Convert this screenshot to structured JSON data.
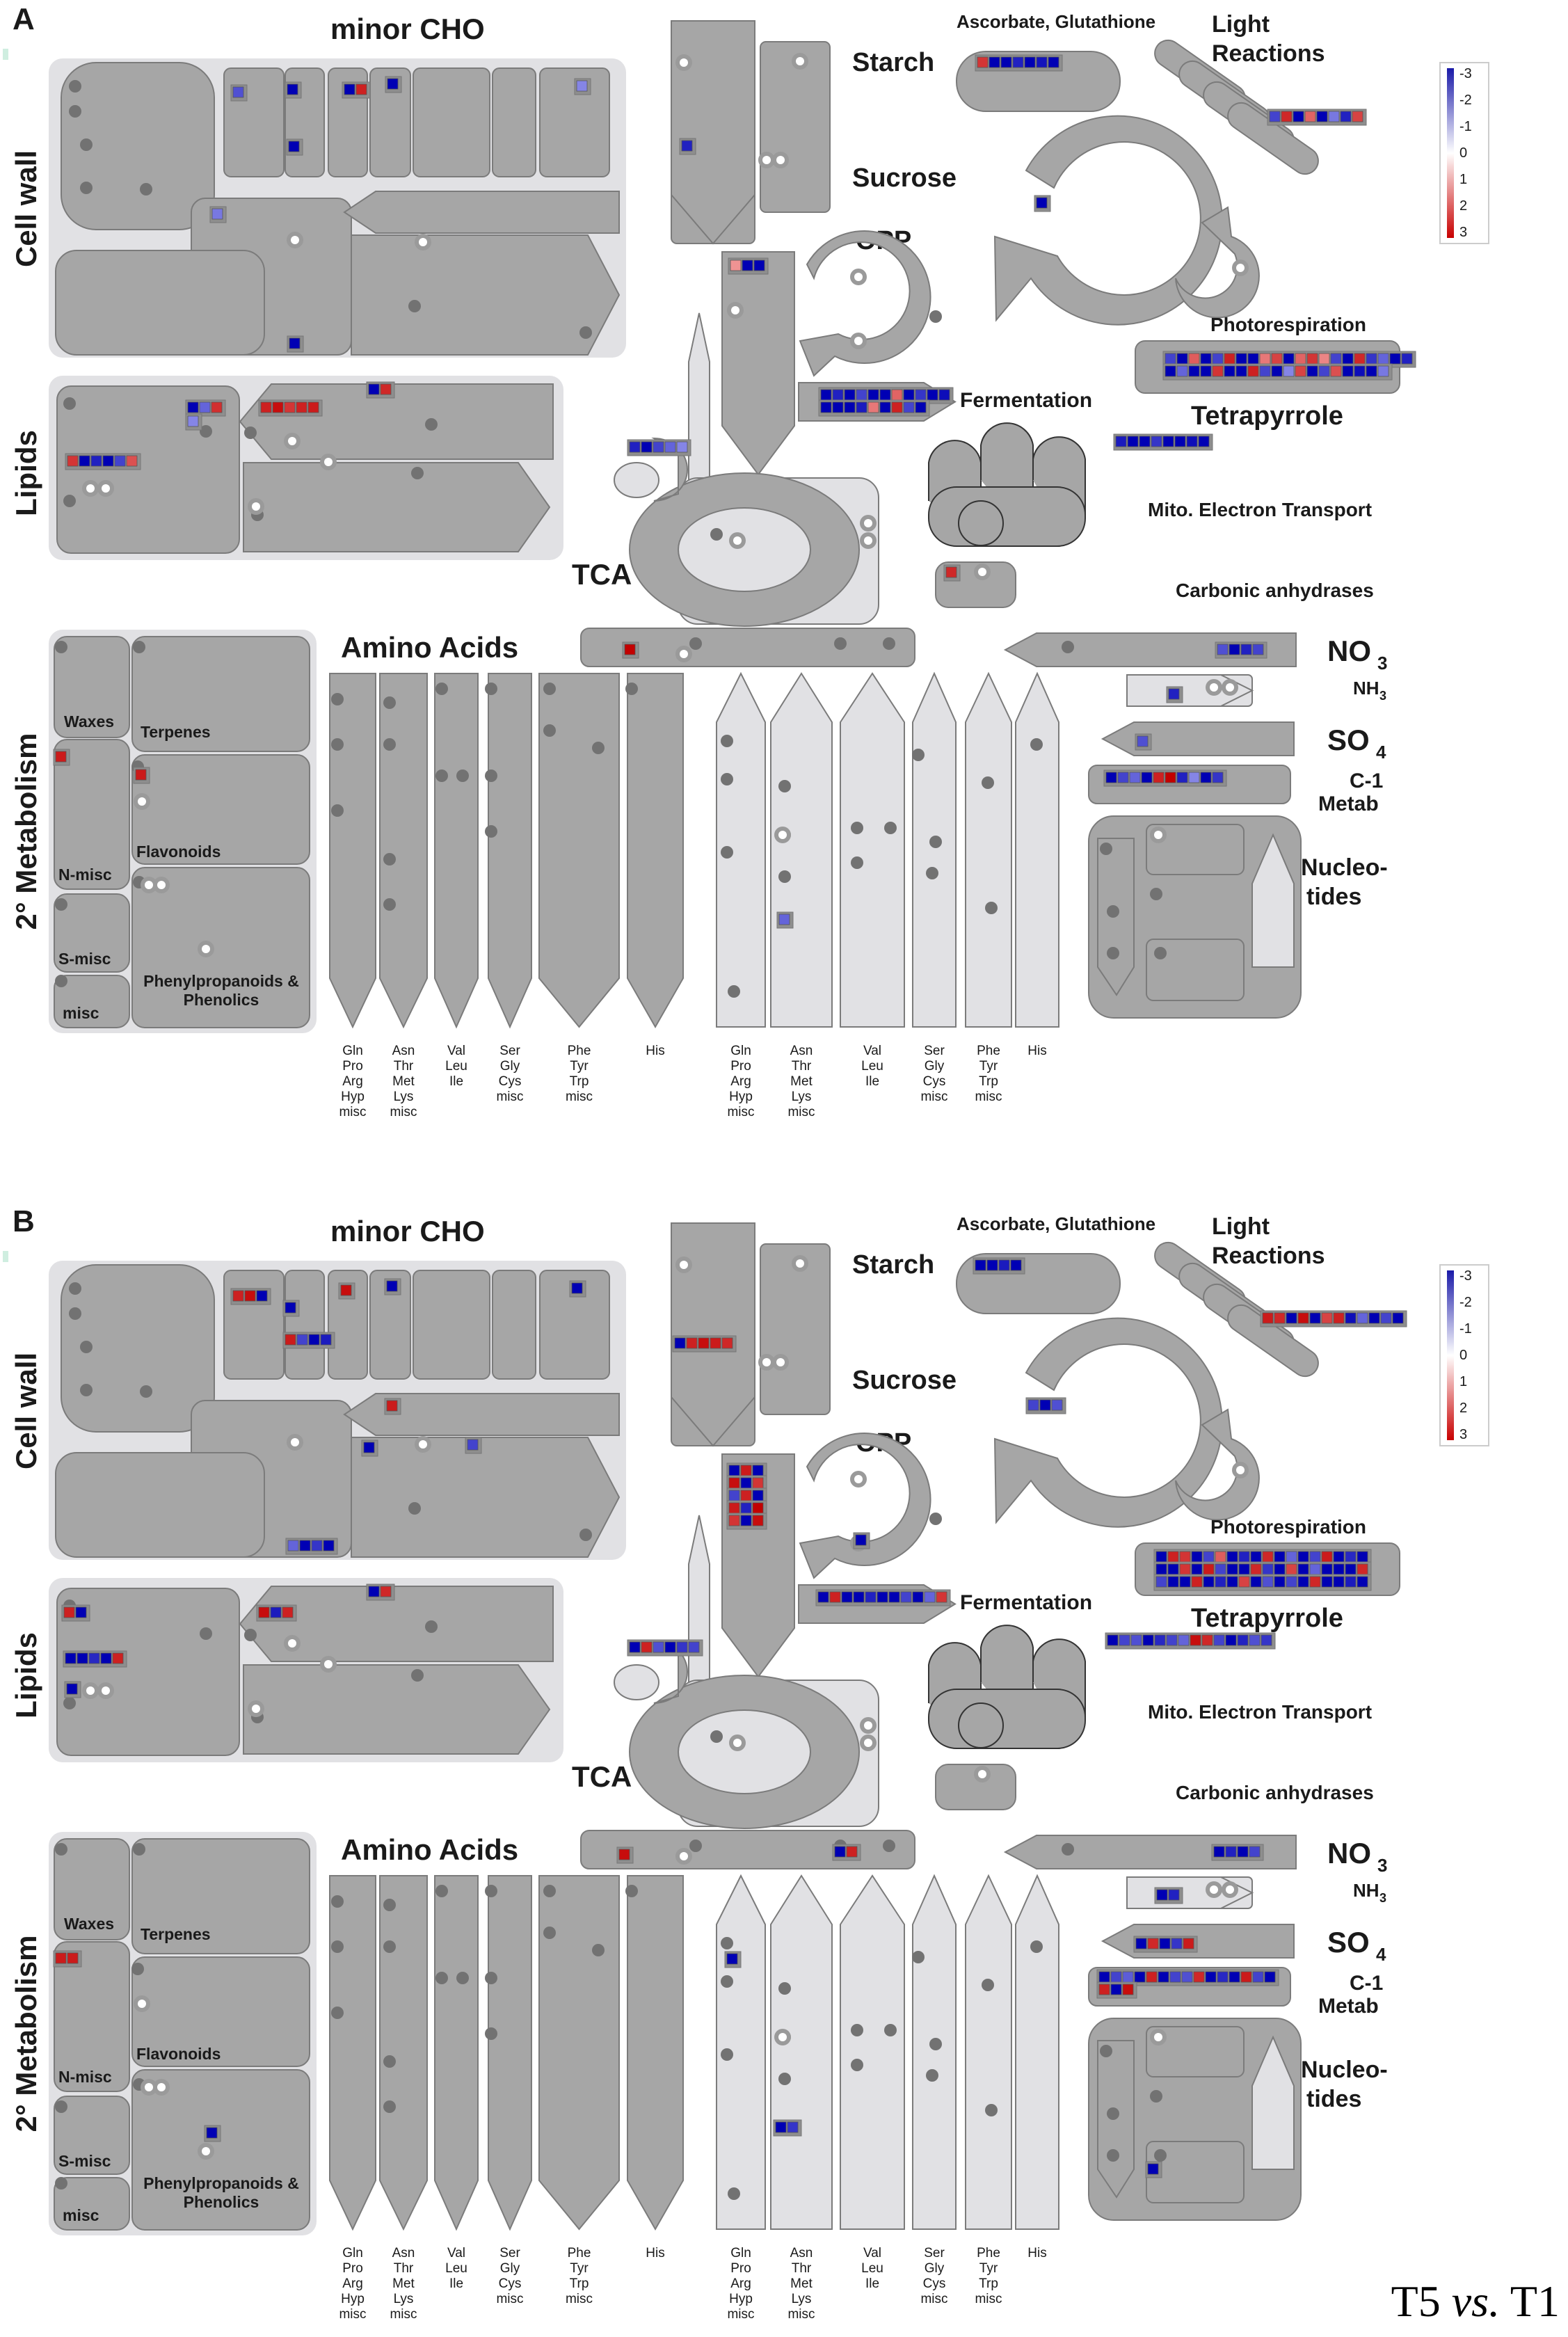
{
  "corner_text": {
    "left": "T5",
    "vs": "vs.",
    "right": "T1"
  },
  "panels": [
    {
      "label": "A",
      "sections": {
        "minor_cho": "minor CHO",
        "cell_wall": "Cell wall",
        "lipids": "Lipids",
        "secondary": "2° Metabolism",
        "amino_acids": "Amino Acids",
        "starch": "Starch",
        "sucrose": "Sucrose",
        "opp": "OPP",
        "tca": "TCA",
        "ascorbate": "Ascorbate, Glutathione",
        "light1": "Light",
        "light2": "Reactions",
        "photoresp": "Photorespiration",
        "fermentation": "Fermentation",
        "tetrapyrrole": "Tetrapyrrole",
        "mito": "Mito. Electron Transport",
        "carbonic": "Carbonic anhydrases",
        "no3": "NO",
        "no3_sub": "3",
        "nh3": "NH",
        "nh3_sub": "3",
        "so4": "SO",
        "so4_sub": "4",
        "c1a": "C-1",
        "c1b": "Metab",
        "nucleo1": "Nucleo-",
        "nucleo2": "tides"
      },
      "secondary_boxes": {
        "waxes": "Waxes",
        "terpenes": "Terpenes",
        "flavonoids": "Flavonoids",
        "nmisc": "N-misc",
        "smisc": "S-misc",
        "misc": "misc",
        "phenyl1": "Phenylpropanoids &",
        "phenyl2": "Phenolics"
      },
      "aa_groups": [
        [
          "Gln",
          "Pro",
          "Arg",
          "Hyp",
          "misc"
        ],
        [
          "Asn",
          "Thr",
          "Met",
          "Lys",
          "misc"
        ],
        [
          "Val",
          "Leu",
          "Ile"
        ],
        [
          "Ser",
          "Gly",
          "Cys",
          "misc"
        ],
        [
          "Phe",
          "Tyr",
          "Trp",
          "misc"
        ],
        [
          "His"
        ],
        [
          "Gln",
          "Pro",
          "Arg",
          "Hyp",
          "misc"
        ],
        [
          "Asn",
          "Thr",
          "Met",
          "Lys",
          "misc"
        ],
        [
          "Val",
          "Leu",
          "Ile"
        ],
        [
          "Ser",
          "Gly",
          "Cys",
          "misc"
        ],
        [
          "Phe",
          "Tyr",
          "Trp",
          "misc"
        ],
        [
          "His"
        ]
      ],
      "legend": {
        "ticks": [
          "-3",
          "-2",
          "-1",
          "0",
          "1",
          "2",
          "3"
        ]
      },
      "heat": {
        "minorcho1": [
          -1.8
        ],
        "minorcho2": [
          -3
        ],
        "minorcho3": [
          -3,
          2.5
        ],
        "minorcho4": [
          -3
        ],
        "minorcho5": [
          -1
        ],
        "minorcho6": [
          -2.4
        ],
        "cellwall1": [
          -1.2
        ],
        "cellwall2": [
          -3
        ],
        "starch1": [
          -2.5
        ],
        "ascorbate": [
          2.2,
          -3,
          -3,
          -2.5,
          -3,
          -2.7,
          -3
        ],
        "light": [
          -2,
          2.4,
          -3,
          1.5,
          -3,
          -1.2,
          -2.5,
          2
        ],
        "glycolysis": [
          0.8,
          -3,
          -3
        ],
        "tcacycle": [
          -3
        ],
        "photoresp_r1": [
          -2,
          -3,
          1.6,
          -3,
          -2,
          2.5,
          -3,
          -3,
          1.2,
          2,
          -3,
          1.5,
          2.2,
          1,
          -2,
          -3,
          2.4,
          -2.2,
          -1.5,
          -3,
          -2.5
        ],
        "photoresp_r2": [
          -3,
          -1.5,
          -3,
          -3,
          2.2,
          -3,
          -3,
          2.5,
          -2,
          -3,
          -1,
          2,
          -3,
          -2,
          1.8,
          -3,
          -2.8,
          -3,
          -1.2
        ],
        "fermentation_r1": [
          -3,
          -2.5,
          -3,
          -2,
          -3,
          -3,
          1.5,
          -3,
          -2.2,
          -3,
          -2.8
        ],
        "fermentation_r2": [
          -3,
          -3,
          -3,
          -2.6,
          1.2,
          -3,
          2.5,
          -2,
          -3
        ],
        "tetrapyrrole": [
          -2.6,
          -3,
          -3,
          -2.2,
          -3,
          -3,
          -2.8,
          -3
        ],
        "opp_br": [
          -2.5,
          -3,
          -2,
          -1.5,
          -1
        ],
        "lipid1": [
          -3,
          -1.5,
          2.3
        ],
        "lipid2": [
          2.5,
          2.8,
          2.2,
          2.5,
          2.6
        ],
        "lipid3": [
          -3,
          2.4
        ],
        "lipid4": [
          2.2,
          -3,
          -2.5,
          -3,
          -2,
          1.8
        ],
        "carbonic": [
          2.4
        ],
        "aa_top": [
          3
        ],
        "no3": [
          -1.8,
          -3,
          -2.5,
          -2
        ],
        "nh3": [
          -2.5
        ],
        "so4": [
          -1.8
        ],
        "c1": [
          -3,
          -2,
          -1.5,
          -3,
          2.5,
          3,
          -2.5,
          -1,
          -3,
          -2.2
        ],
        "nmisc": [
          2.6
        ],
        "flav": [
          2.6
        ],
        "aa2": [
          -1.5
        ]
      }
    },
    {
      "label": "B",
      "sections": {
        "minor_cho": "minor CHO",
        "cell_wall": "Cell wall",
        "lipids": "Lipids",
        "secondary": "2° Metabolism",
        "amino_acids": "Amino Acids",
        "starch": "Starch",
        "sucrose": "Sucrose",
        "opp": "OPP",
        "tca": "TCA",
        "ascorbate": "Ascorbate, Glutathione",
        "light1": "Light",
        "light2": "Reactions",
        "photoresp": "Photorespiration",
        "fermentation": "Fermentation",
        "tetrapyrrole": "Tetrapyrrole",
        "mito": "Mito. Electron Transport",
        "carbonic": "Carbonic anhydrases",
        "no3": "NO",
        "no3_sub": "3",
        "nh3": "NH",
        "nh3_sub": "3",
        "so4": "SO",
        "so4_sub": "4",
        "c1a": "C-1",
        "c1b": "Metab",
        "nucleo1": "Nucleo-",
        "nucleo2": "tides"
      },
      "secondary_boxes": {
        "waxes": "Waxes",
        "terpenes": "Terpenes",
        "flavonoids": "Flavonoids",
        "nmisc": "N-misc",
        "smisc": "S-misc",
        "misc": "misc",
        "phenyl1": "Phenylpropanoids &",
        "phenyl2": "Phenolics"
      },
      "aa_groups": [
        [
          "Gln",
          "Pro",
          "Arg",
          "Hyp",
          "misc"
        ],
        [
          "Asn",
          "Thr",
          "Met",
          "Lys",
          "misc"
        ],
        [
          "Val",
          "Leu",
          "Ile"
        ],
        [
          "Ser",
          "Gly",
          "Cys",
          "misc"
        ],
        [
          "Phe",
          "Tyr",
          "Trp",
          "misc"
        ],
        [
          "His"
        ],
        [
          "Gln",
          "Pro",
          "Arg",
          "Hyp",
          "misc"
        ],
        [
          "Asn",
          "Thr",
          "Met",
          "Lys",
          "misc"
        ],
        [
          "Val",
          "Leu",
          "Ile"
        ],
        [
          "Ser",
          "Gly",
          "Cys",
          "misc"
        ],
        [
          "Phe",
          "Tyr",
          "Trp",
          "misc"
        ],
        [
          "His"
        ]
      ],
      "legend": {
        "ticks": [
          "-3",
          "-2",
          "-1",
          "0",
          "1",
          "2",
          "3"
        ]
      },
      "heat": {
        "minorcho1": [
          2.5,
          2.8,
          -3
        ],
        "minorcho2": [
          -3
        ],
        "minorcho3": [
          2.8
        ],
        "minorcho4": [
          -3
        ],
        "minorcho5": [
          -3
        ],
        "minorcho6": [
          2.6,
          -2,
          -3,
          -2.6
        ],
        "cellwall1": [
          2.6
        ],
        "cellwall2": [
          -3
        ],
        "cellwall3": [
          -2
        ],
        "cellwall4": [
          -1.5,
          -3,
          -2.2,
          -3
        ],
        "starch1": [
          -3,
          2.5,
          2.8,
          2.6,
          2.4
        ],
        "ascorbate": [
          -3,
          -3,
          -2.6,
          -3
        ],
        "light": [
          2.6,
          2.4,
          -3,
          2.8,
          -3,
          2,
          2.5,
          -2.8,
          -1.5,
          -3,
          -2,
          -3
        ],
        "opp_grid_r1": [
          -3,
          2.6,
          -3
        ],
        "opp_grid_r2": [
          2.8,
          -3,
          2.2
        ],
        "opp_grid_r3": [
          -2,
          2.5,
          -3
        ],
        "opp_grid_r4": [
          2.6,
          -2.5,
          3
        ],
        "opp_grid_r5": [
          2.2,
          -3,
          2.8
        ],
        "tcacycle": [
          -2,
          -3,
          -1.8
        ],
        "photoresp_r1": [
          -3,
          2.5,
          2.2,
          -3,
          -2,
          1.6,
          -3,
          -2.5,
          -3,
          2.4,
          -3,
          -1.5,
          -3,
          -2,
          2.6,
          -3,
          -2.4,
          -3
        ],
        "photoresp_r2": [
          -3,
          -3,
          2.2,
          -3,
          2.6,
          -2,
          -3,
          -3,
          2.4,
          -2.2,
          -3,
          2,
          -3,
          -1.5,
          -3,
          -3,
          -3,
          2.4
        ],
        "photoresp_r3": [
          -2,
          -3,
          -3,
          2.5,
          -3,
          -2.5,
          -3,
          2,
          -3,
          -1.8,
          -3,
          -2,
          -3,
          2.4,
          -3,
          -3,
          -2.6,
          -3
        ],
        "fermentation": [
          -3,
          2.5,
          -3,
          -3,
          -2.5,
          -3,
          -3,
          -2,
          -3,
          -1.5,
          2.2
        ],
        "tetrapyrrole": [
          -3,
          -2,
          -1.8,
          -3,
          -2.4,
          -2,
          -1.5,
          2.8,
          2.4,
          -2,
          -3,
          -2.5,
          -1.8,
          -2.2
        ],
        "opp_br": [
          -3,
          2.5,
          -1.8,
          -3,
          -2.2,
          -2
        ],
        "lipid1": [
          2.5,
          -3
        ],
        "lipid2": [
          2.8,
          -2.6,
          2.5
        ],
        "lipid3": [
          -3,
          2.4
        ],
        "lipid4": [
          -3,
          -3,
          -2.4,
          -3,
          2.5
        ],
        "lipid5": [
          -3
        ],
        "aa_top1": [
          2.8
        ],
        "aa_top2": [
          -3,
          2.5
        ],
        "no3": [
          -3,
          -2.5,
          -3,
          -2
        ],
        "nh3": [
          -3,
          -2.5
        ],
        "so4": [
          -3,
          2.4,
          -3,
          -2.2,
          2.6
        ],
        "c1_r1": [
          -3,
          -2,
          -1.6,
          -3,
          2.5,
          -3,
          -2,
          -1.8,
          2.4,
          -3,
          -2.4,
          -3,
          2.6,
          -2,
          -3
        ],
        "c1_r2": [
          2.5,
          -3,
          2.8
        ],
        "nmisc": [
          2.6,
          2.6
        ],
        "phenyl": [
          -3
        ],
        "aa2_1": [
          -3
        ],
        "aa2_2": [
          -3,
          -2.2
        ],
        "nucleo": [
          -3
        ]
      }
    }
  ]
}
